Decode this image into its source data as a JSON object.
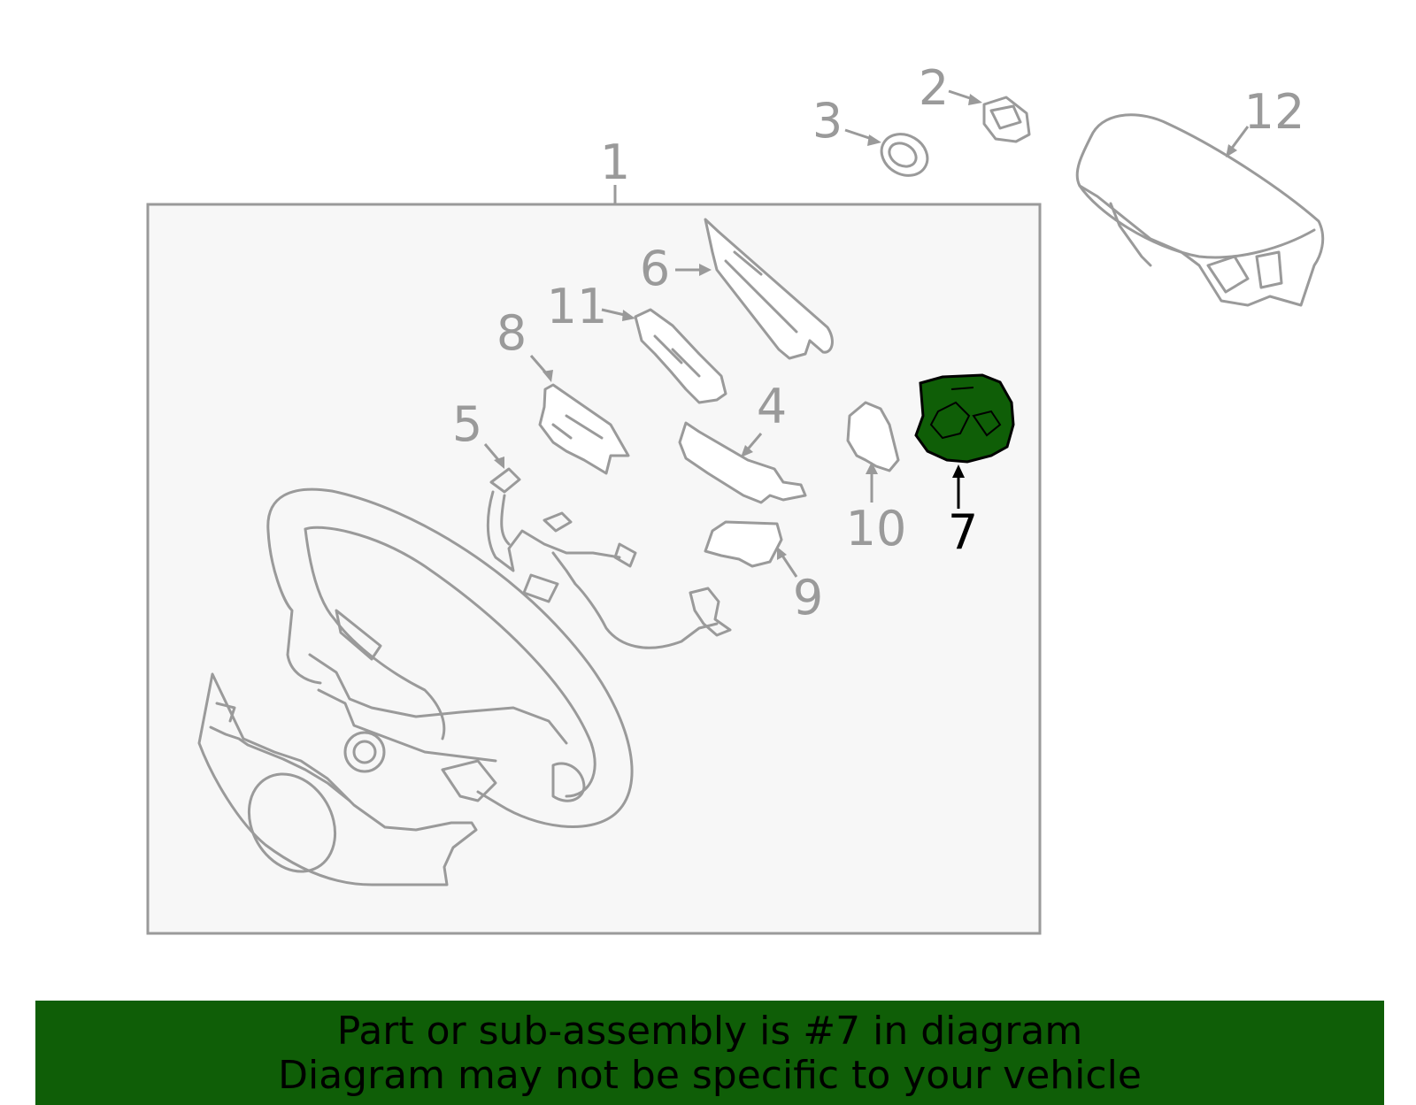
{
  "colors": {
    "highlight": "#0f5e07",
    "banner_background": "#0f5e07",
    "part_stroke": "#9a9a9a",
    "assembly_box_fill": "#f7f7f7"
  },
  "callouts": {
    "c1": "1",
    "c2": "2",
    "c3": "3",
    "c4": "4",
    "c5": "5",
    "c6": "6",
    "c7": "7",
    "c8": "8",
    "c9": "9",
    "c10": "10",
    "c11": "11",
    "c12": "12"
  },
  "highlighted_part": "7",
  "banner": {
    "line1": "Part or sub-assembly is #7 in diagram",
    "line2": "Diagram may not be specific to your vehicle"
  }
}
